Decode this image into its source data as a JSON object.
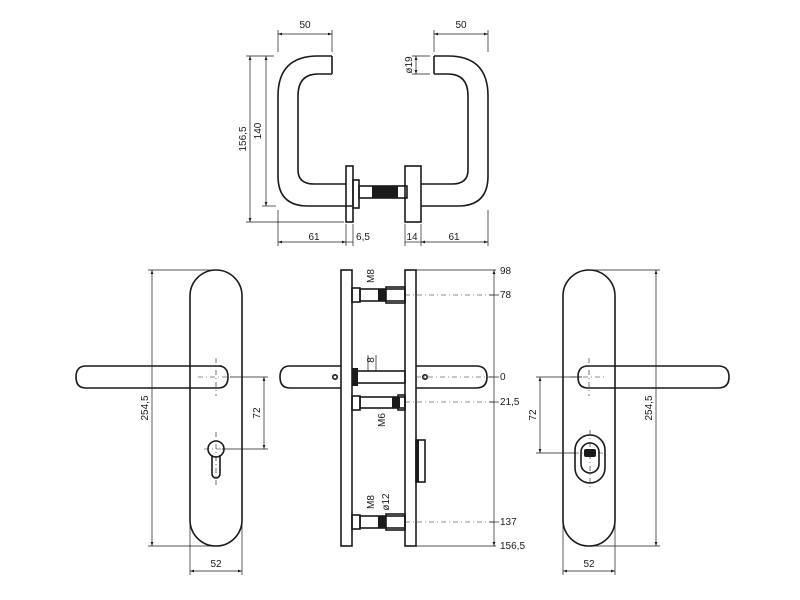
{
  "top_view": {
    "left_width": "50",
    "right_width": "50",
    "outer_height": "156,5",
    "inner_height": "140",
    "diameter": "ø19",
    "left_depth": "61",
    "rose_left": "6,5",
    "rose_right": "14",
    "right_depth": "61"
  },
  "front_left": {
    "height": "254,5",
    "spacing": "72",
    "width": "52"
  },
  "side_view": {
    "thread_top": "M8",
    "spindle": "8",
    "thread_mid": "M6",
    "thread_bottom": "M8",
    "bolt_diameter": "ø12",
    "levels": [
      "98",
      "78",
      "0",
      "21,5",
      "137",
      "156,5"
    ]
  },
  "front_right": {
    "height": "254,5",
    "spacing": "72",
    "width": "52"
  },
  "colors": {
    "line": "#1a1a1a",
    "background": "#ffffff"
  }
}
